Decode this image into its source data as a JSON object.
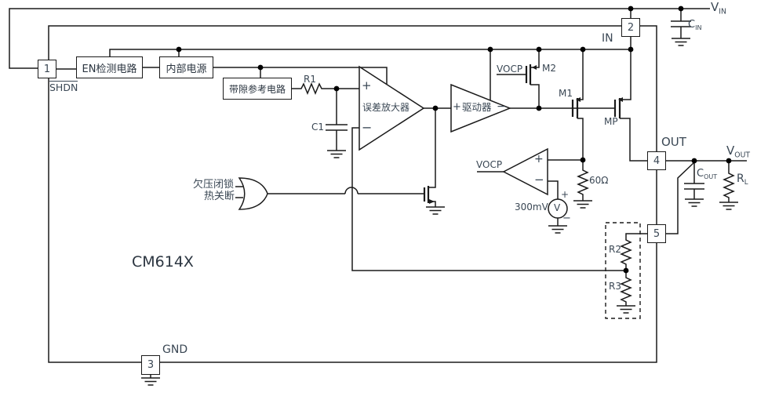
{
  "chip": {
    "name": "CM614X"
  },
  "pins": [
    {
      "number": "1",
      "label": "SHDN"
    },
    {
      "number": "2",
      "label": "IN"
    },
    {
      "number": "3",
      "label": "GND"
    },
    {
      "number": "4",
      "label": "OUT"
    },
    {
      "number": "5",
      "label": ""
    }
  ],
  "blocks": {
    "en_detect": "EN检测电路",
    "internal_supply": "内部电源",
    "bandgap": "带隙参考电路",
    "error_amp": "误差放大器",
    "driver": "驱动器",
    "uvlo": "欠压闭锁",
    "thermal_shutdown": "热关断"
  },
  "components": {
    "r1": "R1",
    "c1": "C1",
    "r2": "R2",
    "r3": "R3",
    "r60": "60Ω",
    "m1": "M1",
    "m2": "M2",
    "mp": "MP",
    "vocp": "VOCP",
    "vref": "300mV",
    "vsource": "V",
    "vin_main": "V",
    "vin_sub": "IN",
    "vout_main": "V",
    "vout_sub": "OUT",
    "cin_main": "C",
    "cin_sub": "IN",
    "cout_main": "C",
    "cout_sub": "OUT",
    "rl_main": "R",
    "rl_sub": "L"
  },
  "signs": {
    "plus": "+",
    "minus": "−"
  }
}
